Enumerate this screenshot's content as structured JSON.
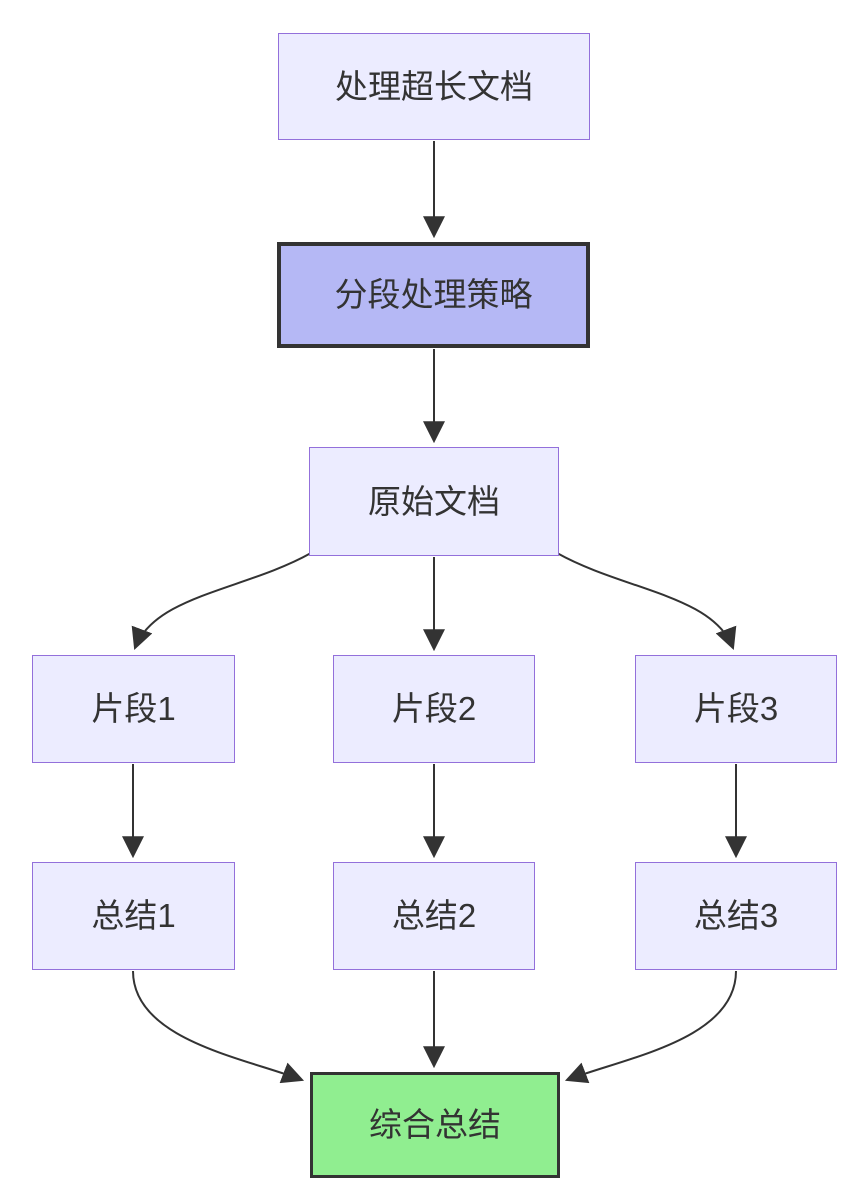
{
  "diagram": {
    "type": "flowchart",
    "direction": "top-down",
    "background_color": "#ffffff",
    "colors": {
      "node_fill": "#ececff",
      "node_border": "#9370db",
      "emphasis_fill": "#b5b8f5",
      "emphasis_border": "#333333",
      "result_fill": "#90ee90",
      "result_border": "#333333",
      "edge_color": "#333333",
      "text_color": "#333333"
    },
    "nodes": [
      {
        "id": "process-long-document",
        "label": "处理超长文档",
        "kind": "default"
      },
      {
        "id": "segmentation-strategy",
        "label": "分段处理策略",
        "kind": "emphasis"
      },
      {
        "id": "original-document",
        "label": "原始文档",
        "kind": "default"
      },
      {
        "id": "fragment-1",
        "label": "片段1",
        "kind": "default"
      },
      {
        "id": "fragment-2",
        "label": "片段2",
        "kind": "default"
      },
      {
        "id": "fragment-3",
        "label": "片段3",
        "kind": "default"
      },
      {
        "id": "summary-1",
        "label": "总结1",
        "kind": "default"
      },
      {
        "id": "summary-2",
        "label": "总结2",
        "kind": "default"
      },
      {
        "id": "summary-3",
        "label": "总结3",
        "kind": "default"
      },
      {
        "id": "combined-summary",
        "label": "综合总结",
        "kind": "result"
      }
    ],
    "edges": [
      {
        "from": "process-long-document",
        "to": "segmentation-strategy"
      },
      {
        "from": "segmentation-strategy",
        "to": "original-document"
      },
      {
        "from": "original-document",
        "to": "fragment-1"
      },
      {
        "from": "original-document",
        "to": "fragment-2"
      },
      {
        "from": "original-document",
        "to": "fragment-3"
      },
      {
        "from": "fragment-1",
        "to": "summary-1"
      },
      {
        "from": "fragment-2",
        "to": "summary-2"
      },
      {
        "from": "fragment-3",
        "to": "summary-3"
      },
      {
        "from": "summary-1",
        "to": "combined-summary"
      },
      {
        "from": "summary-2",
        "to": "combined-summary"
      },
      {
        "from": "summary-3",
        "to": "combined-summary"
      }
    ]
  }
}
